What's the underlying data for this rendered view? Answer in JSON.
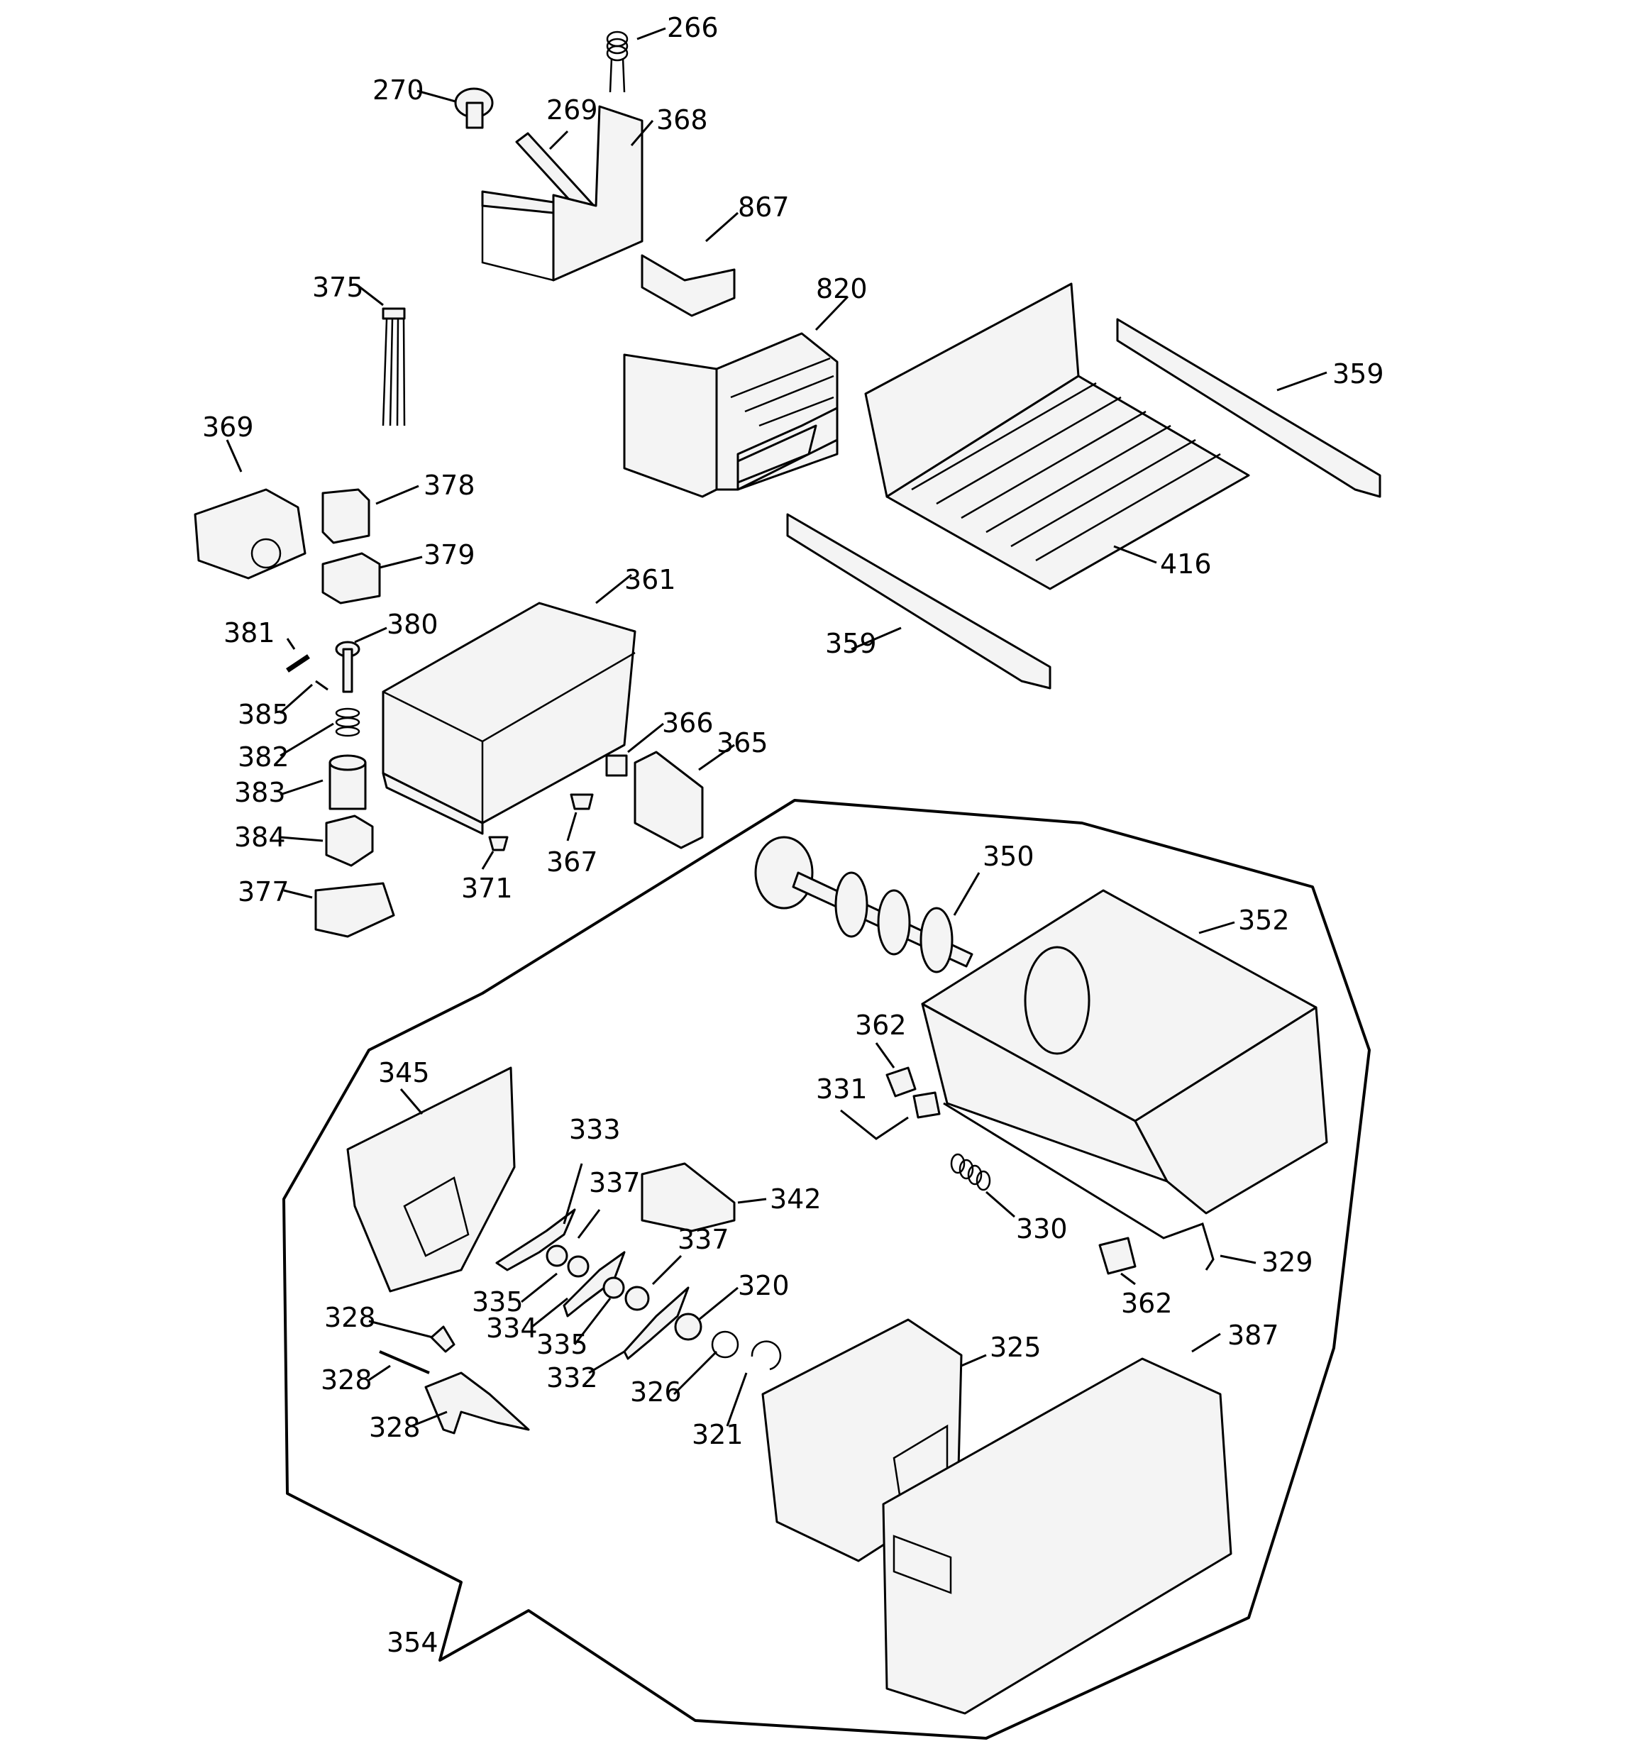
{
  "diagram": {
    "type": "exploded-parts-diagram",
    "callouts": {
      "p266": "266",
      "p270": "270",
      "p269": "269",
      "p368": "368",
      "p867": "867",
      "p375": "375",
      "p820": "820",
      "p359a": "359",
      "p369": "369",
      "p378": "378",
      "p379": "379",
      "p416": "416",
      "p361": "361",
      "p381": "381",
      "p380": "380",
      "p359b": "359",
      "p385": "385",
      "p366": "366",
      "p365": "365",
      "p382": "382",
      "p383": "383",
      "p384": "384",
      "p371": "371",
      "p367": "367",
      "p350": "350",
      "p377": "377",
      "p352": "352",
      "p362a": "362",
      "p345": "345",
      "p331": "331",
      "p333": "333",
      "p337a": "337",
      "p342": "342",
      "p330": "330",
      "p337b": "337",
      "p335a": "335",
      "p362b": "362",
      "p329": "329",
      "p334": "334",
      "p320": "320",
      "p335b": "335",
      "p328a": "328",
      "p325": "325",
      "p387": "387",
      "p332": "332",
      "p328b": "328",
      "p326": "326",
      "p328c": "328",
      "p321": "321",
      "p354": "354"
    }
  }
}
